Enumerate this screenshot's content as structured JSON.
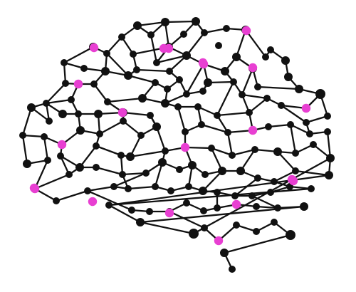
{
  "diagram": {
    "subject": "brain-neural-network",
    "colors": {
      "background": "#ffffff",
      "edge": "#111111",
      "node": "#111111",
      "highlight": "#e83fd2"
    },
    "node_count": 151,
    "highlighted_node_count": 21
  }
}
